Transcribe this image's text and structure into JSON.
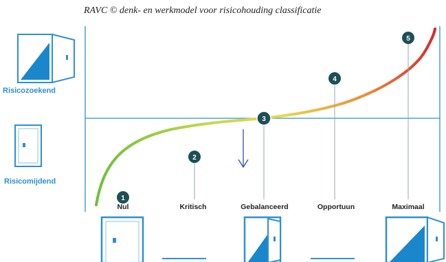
{
  "title": "RAVC © denk- en werkmodel voor risicohouding classificatie",
  "side_labels": {
    "top": "Risicozoekend",
    "bottom": "Risicomijdend"
  },
  "stages": [
    {
      "number": "1",
      "label": "Nul"
    },
    {
      "number": "2",
      "label": "Kritisch"
    },
    {
      "number": "3",
      "label": "Gebalanceerd"
    },
    {
      "number": "4",
      "label": "Opportuun"
    },
    {
      "number": "5",
      "label": "Maximaal"
    }
  ],
  "icons": {
    "door_open": "open-door-icon",
    "door_closed": "closed-door-icon",
    "door_half": "half-open-door-icon",
    "arrow": "down-arrow-icon"
  },
  "colors": {
    "frame_blue": "#2e8fd2",
    "door_fill": "#1a87cc",
    "badge": "#1c4f56",
    "curve_start": "#6cbf3c",
    "curve_mid": "#e8d84a",
    "curve_end": "#d9262b",
    "text": "#222222"
  }
}
